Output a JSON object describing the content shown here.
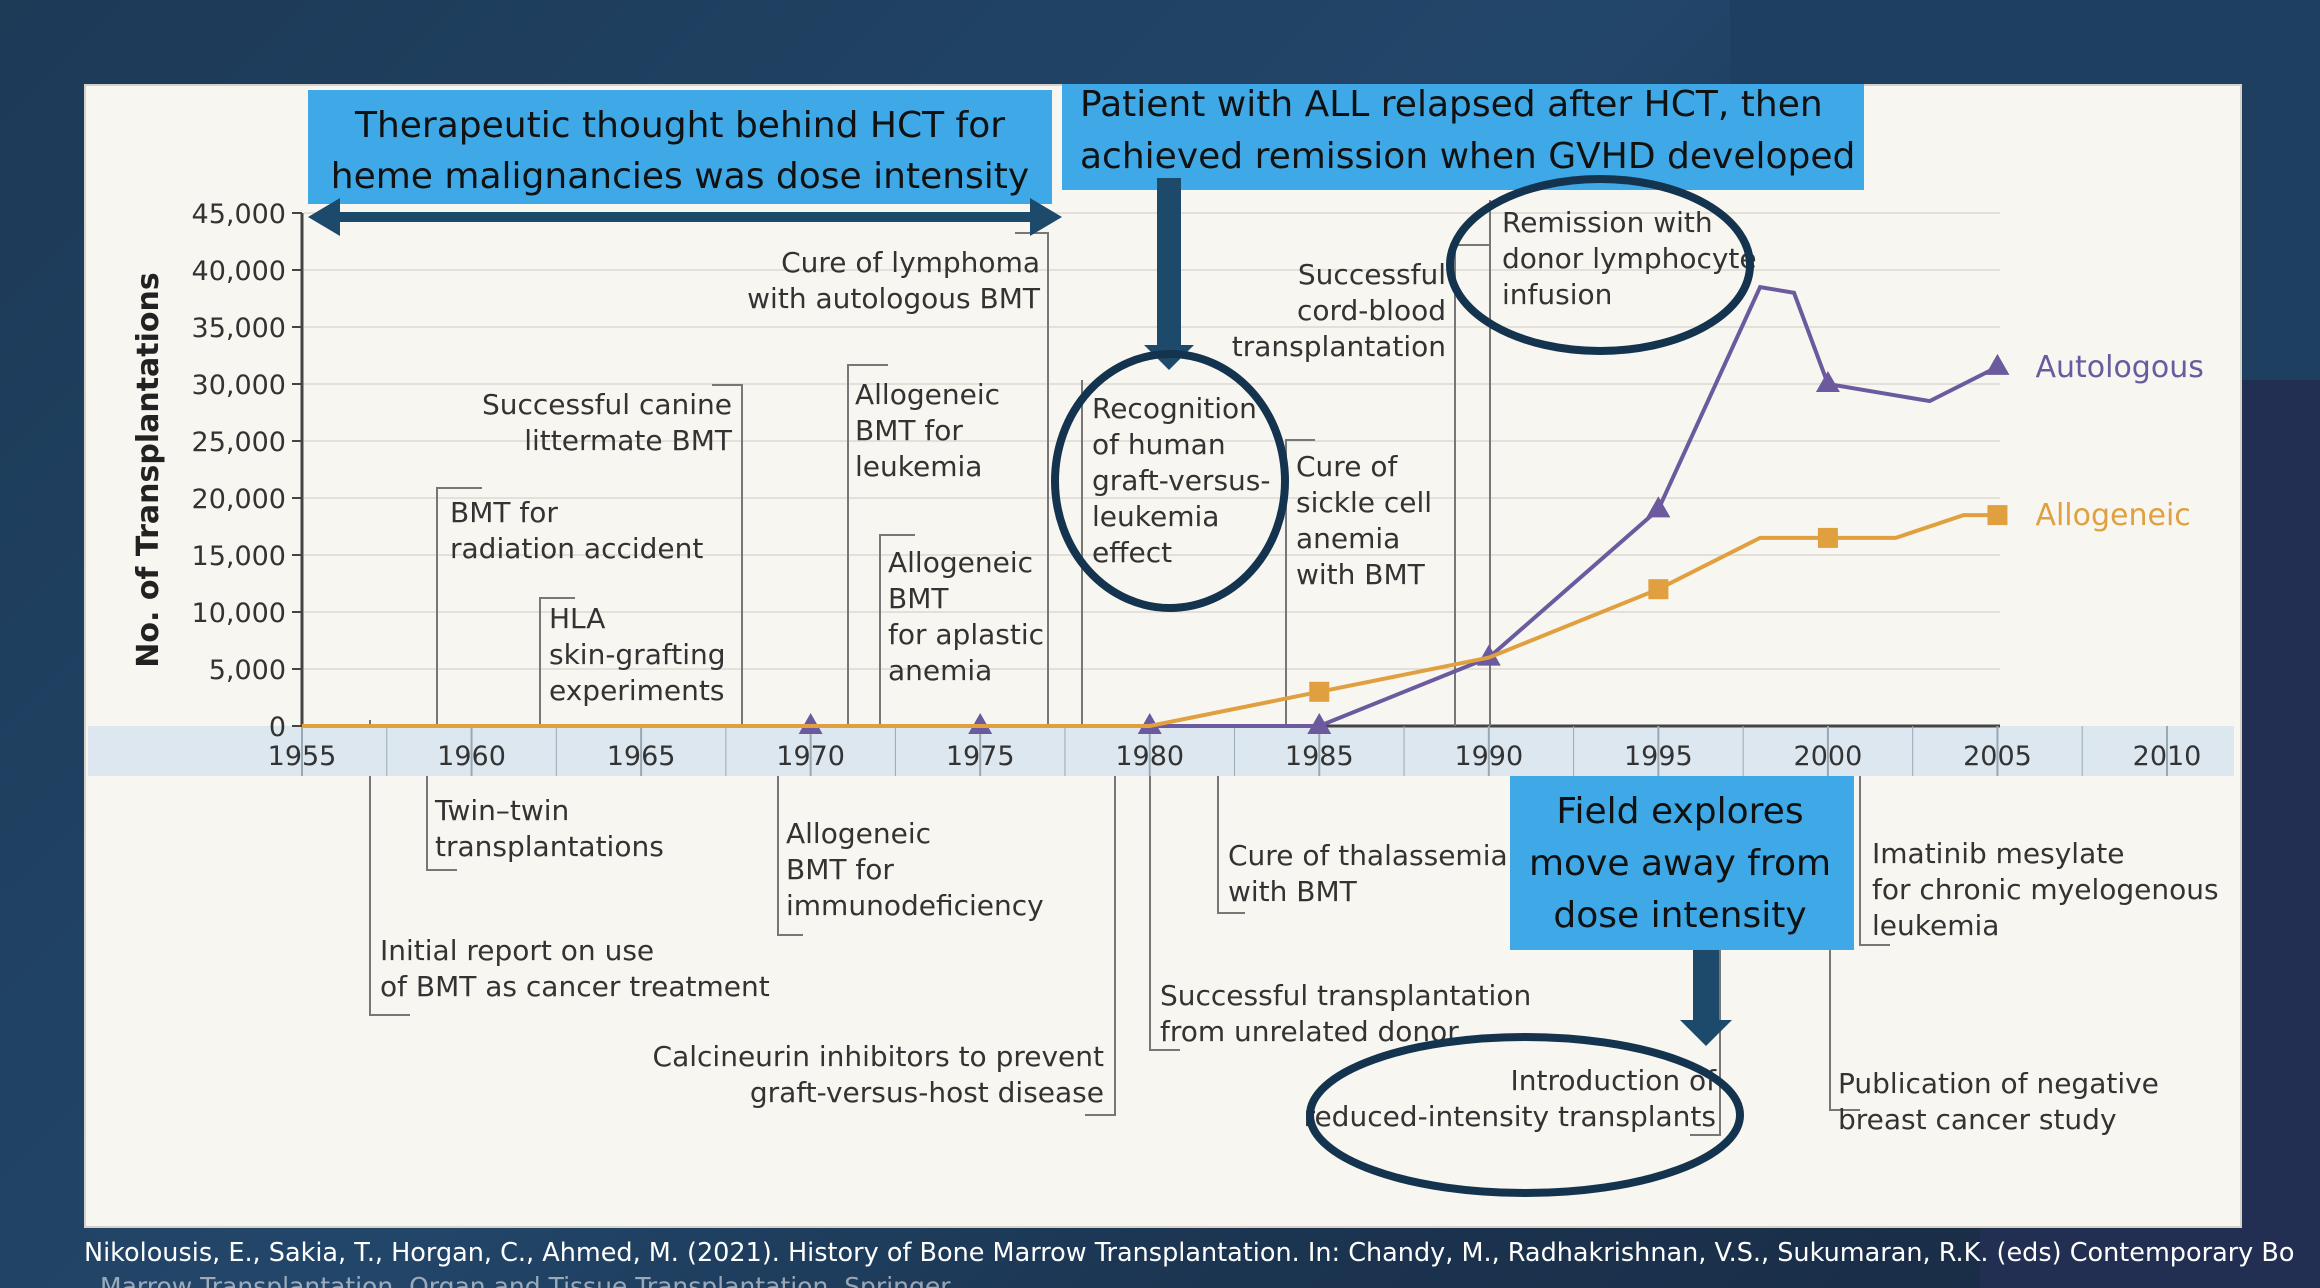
{
  "chart_data": {
    "type": "line",
    "ylabel": "No. of Transplantations",
    "x_ticks": [
      "1955",
      "1960",
      "1965",
      "1970",
      "1975",
      "1980",
      "1985",
      "1990",
      "1995",
      "2000",
      "2005",
      "2010"
    ],
    "y_ticks": [
      "0",
      "5,000",
      "10,000",
      "15,000",
      "20,000",
      "25,000",
      "30,000",
      "35,000",
      "40,000",
      "45,000"
    ],
    "xlim": [
      1955,
      2010
    ],
    "ylim": [
      0,
      45000
    ],
    "grid": true,
    "series": [
      {
        "name": "Autologous",
        "color": "#6b5a9e",
        "marker": "triangle",
        "x": [
          1955,
          1970,
          1975,
          1980,
          1985,
          1990,
          1995,
          1998,
          1999,
          2000,
          2003,
          2005
        ],
        "y": [
          0,
          0,
          0,
          0,
          0,
          6000,
          19000,
          38500,
          38000,
          30000,
          28500,
          31500
        ],
        "marker_x": [
          1970,
          1975,
          1980,
          1985,
          1990,
          1995,
          2000,
          2005
        ]
      },
      {
        "name": "Allogeneic",
        "color": "#e0a040",
        "marker": "square",
        "x": [
          1955,
          1970,
          1975,
          1980,
          1985,
          1990,
          1995,
          1998,
          2000,
          2002,
          2004,
          2005
        ],
        "y": [
          0,
          0,
          0,
          0,
          3000,
          6000,
          12000,
          16500,
          16500,
          16500,
          18500,
          18500
        ],
        "marker_x": [
          1985,
          1995,
          2000,
          2005
        ]
      }
    ],
    "annotations_above": [
      {
        "lines": [
          "Successful canine",
          "littermate BMT"
        ]
      },
      {
        "lines": [
          "BMT for",
          "radiation accident"
        ]
      },
      {
        "lines": [
          "HLA",
          "skin-grafting",
          "experiments"
        ]
      },
      {
        "lines": [
          "Cure of lymphoma",
          "with autologous BMT"
        ]
      },
      {
        "lines": [
          "Allogeneic",
          "BMT for",
          "leukemia"
        ]
      },
      {
        "lines": [
          "Allogeneic",
          "BMT",
          "for aplastic",
          "anemia"
        ]
      },
      {
        "lines": [
          "Recognition",
          "of human",
          "graft-versus-",
          "leukemia",
          "effect"
        ]
      },
      {
        "lines": [
          "Successful",
          "cord-blood",
          "transplantation"
        ]
      },
      {
        "lines": [
          "Remission with",
          "donor lymphocyte",
          "infusion"
        ]
      },
      {
        "lines": [
          "Cure of",
          "sickle cell",
          "anemia",
          "with BMT"
        ]
      }
    ],
    "annotations_below": [
      {
        "lines": [
          "Twin–twin",
          "transplantations"
        ]
      },
      {
        "lines": [
          "Initial report on use",
          "of BMT as cancer treatment"
        ]
      },
      {
        "lines": [
          "Allogeneic",
          "BMT for",
          "immunodeficiency"
        ]
      },
      {
        "lines": [
          "Calcineurin inhibitors to prevent",
          "graft-versus-host disease"
        ]
      },
      {
        "lines": [
          "Cure of thalassemia",
          "with BMT"
        ]
      },
      {
        "lines": [
          "Successful transplantation",
          "from unrelated donor"
        ]
      },
      {
        "lines": [
          "Introduction of",
          "reduced-intensity transplants"
        ]
      },
      {
        "lines": [
          "Imatinib mesylate",
          "for chronic myelogenous",
          "leukemia"
        ]
      },
      {
        "lines": [
          "Publication of negative",
          "breast cancer study"
        ]
      }
    ]
  },
  "callouts": [
    {
      "lines": [
        "Therapeutic thought behind HCT for",
        "heme malignancies was dose intensity"
      ]
    },
    {
      "lines": [
        "Patient with ALL relapsed after HCT, then",
        "achieved remission when GVHD developed"
      ]
    },
    {
      "lines": [
        "Field explores",
        "move away from",
        "dose intensity"
      ]
    }
  ],
  "colors": {
    "callout_bg": "#3ea9e6",
    "circle": "#14334f",
    "arrow": "#1d4a6b",
    "timeline_band": "#dde7ef"
  },
  "caption": "Nikolousis, E., Sakia, T., Horgan, C., Ahmed, M. (2021). History of Bone Marrow Transplantation. In: Chandy, M., Radhakrishnan, V.S., Sukumaran, R.K. (eds) Contemporary Bone",
  "caption_cut": "Marrow Transplantation. Organ and Tissue Transplantation. Springer"
}
